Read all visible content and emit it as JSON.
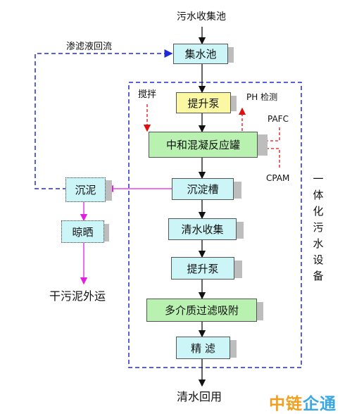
{
  "labels": {
    "top_source": "污水收集池",
    "filtrate_return": "渗滤液回流",
    "stir": "搅拌",
    "ph_detect": "PH 检测",
    "pafc": "PAFC",
    "cpam": "CPAM",
    "dry_sludge": "干污泥外运",
    "clear_reuse": "清水回用"
  },
  "boxes": {
    "collection_tank": "集水池",
    "lift_pump_1": "提升泵",
    "reactor": "中和混凝反应罐",
    "settling_tank": "沉淀槽",
    "clear_collect": "清水收集",
    "lift_pump_2": "提升泵",
    "multi_filter": "多介质过滤吸附",
    "fine_filter": "精 滤",
    "sludge": "沉泥",
    "sun_dry": "晾晒"
  },
  "device_label": "一体化污水设备",
  "watermark": "中链企通",
  "colors": {
    "cyan_fill": "#ccf5f7",
    "green_fill": "#b9f2b0",
    "yellow_fill": "#fbf7a3",
    "blue_dash": "#1e2bd6",
    "red_dash": "#e01010",
    "magenta": "#e01fe0",
    "watermark_orange": "#f0a020",
    "watermark_blue": "#3aa7e0"
  }
}
